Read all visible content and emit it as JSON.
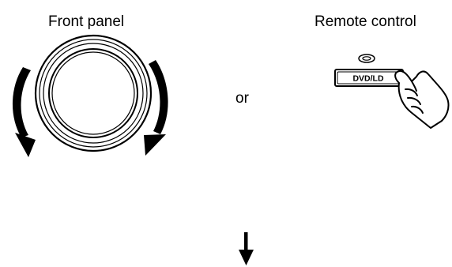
{
  "front_panel": {
    "title": "Front panel",
    "icons": [
      "volume-knob-icon",
      "rotate-counterclockwise-arrow-icon",
      "rotate-clockwise-arrow-icon"
    ]
  },
  "connector": {
    "text": "or"
  },
  "remote_control": {
    "title": "Remote control",
    "button_label": "DVD/LD",
    "icons": [
      "indicator-led-icon",
      "pressing-hand-icon"
    ]
  },
  "next_step": {
    "icon": "down-arrow-icon"
  }
}
